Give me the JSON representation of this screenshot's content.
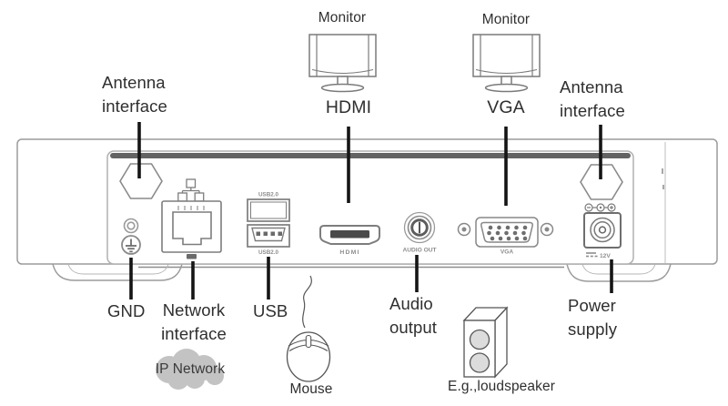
{
  "colors": {
    "label_text": "#2f2f2f",
    "line_art": "#7a7a7a",
    "panel_bar": "#636363",
    "leader_line": "#151515",
    "cloud_fill": "#c3c3c3",
    "speaker_circle_fill": "#dcdcdc",
    "hdmi_slot_fill": "#4a4a4a"
  },
  "top_labels": {
    "antenna_left": "Antenna\ninterface",
    "monitor_hdmi": "Monitor",
    "hdmi": "HDMI",
    "monitor_vga": "Monitor",
    "vga": "VGA",
    "antenna_right": "Antenna\ninterface"
  },
  "bottom_labels": {
    "gnd": "GND",
    "network_interface": "Network\ninterface",
    "ip_network": "IP Network",
    "usb": "USB",
    "mouse": "Mouse",
    "audio_output": "Audio\noutput",
    "loudspeaker": "E.g.,loudspeaker",
    "power_supply": "Power\nsupply"
  },
  "panel_port_labels": {
    "usb_top": "USB2.0",
    "usb_bottom": "USB2.0",
    "hdmi": "HDMI",
    "audio_out": "AUDIO OUT",
    "vga": "VGA",
    "power": "12V"
  }
}
